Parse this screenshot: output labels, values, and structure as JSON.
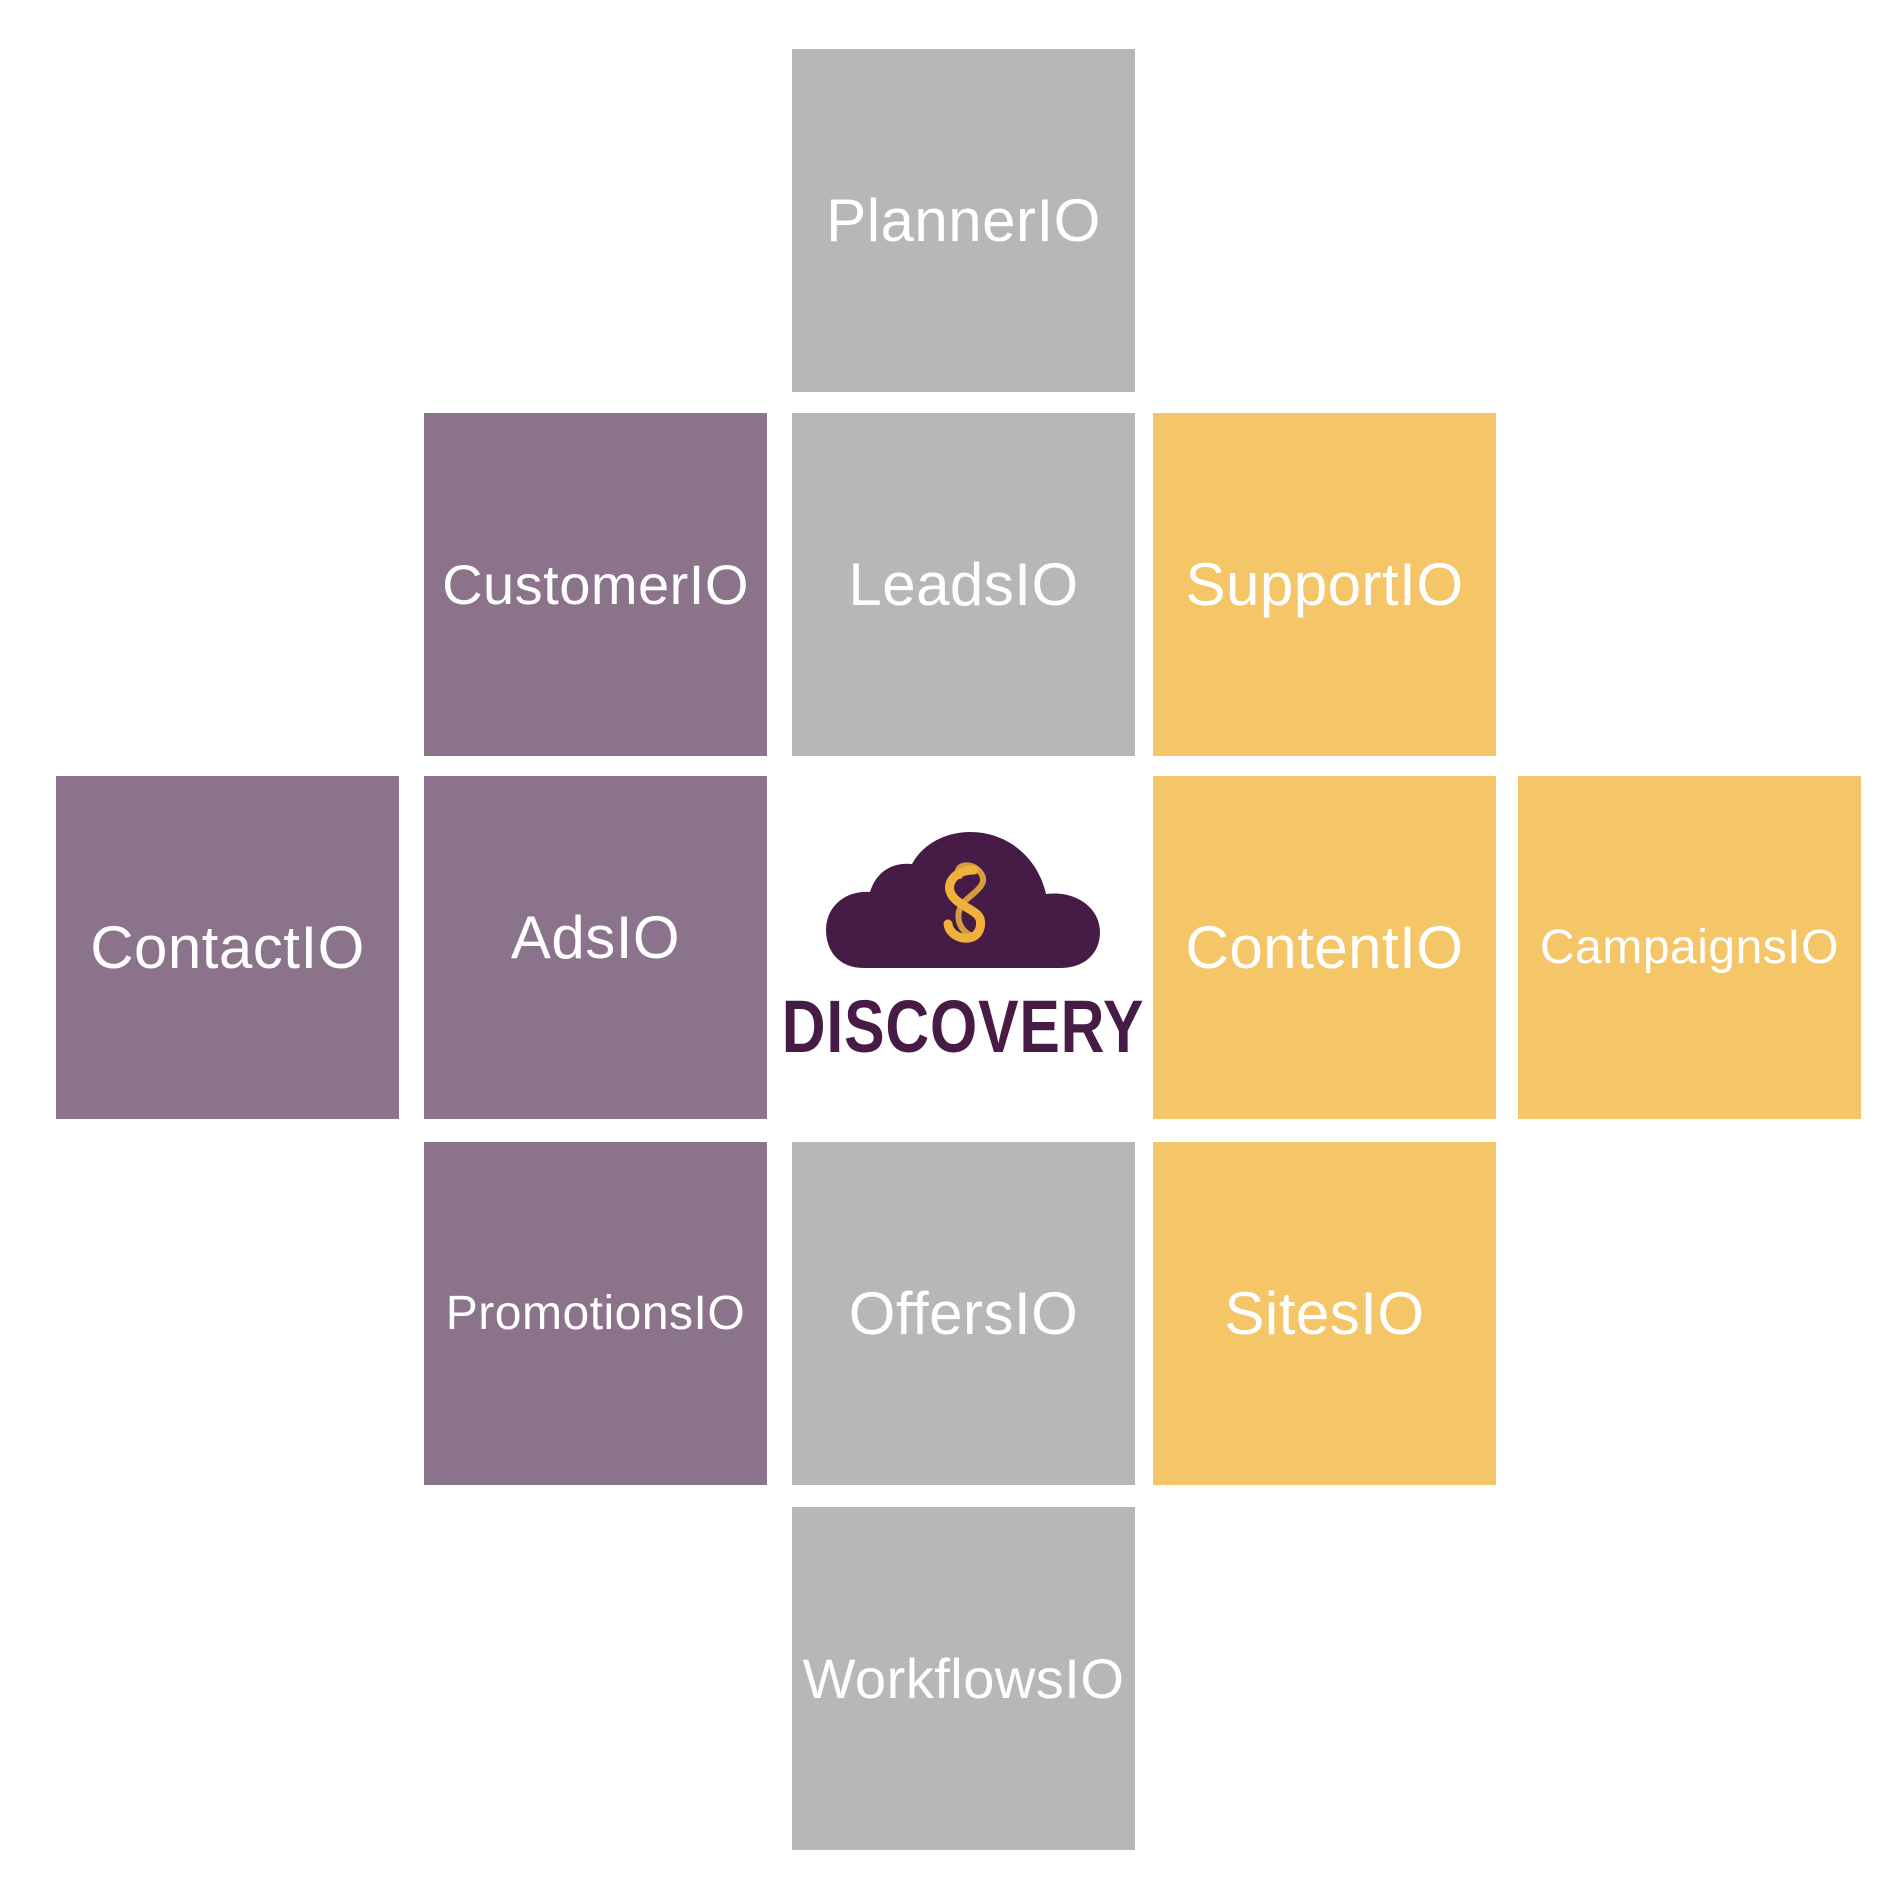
{
  "brand": {
    "name": "DISCOVERY",
    "colors": {
      "dark_purple": "#461b45",
      "gold": "#f0b13c"
    }
  },
  "colors": {
    "purple_tile": "#8a738b",
    "gray_tile": "#b7b7b7",
    "gold_tile": "#f5c668"
  },
  "tiles": {
    "planner": "PlannerIO",
    "customer": "CustomerIO",
    "leads": "LeadsIO",
    "support": "SupportIO",
    "contact": "ContactIO",
    "ads": "AdsIO",
    "content": "ContentIO",
    "campaigns": "CampaignsIO",
    "promotions": "PromotionsIO",
    "offers": "OffersIO",
    "sites": "SitesIO",
    "workflows": "WorkflowsIO"
  }
}
